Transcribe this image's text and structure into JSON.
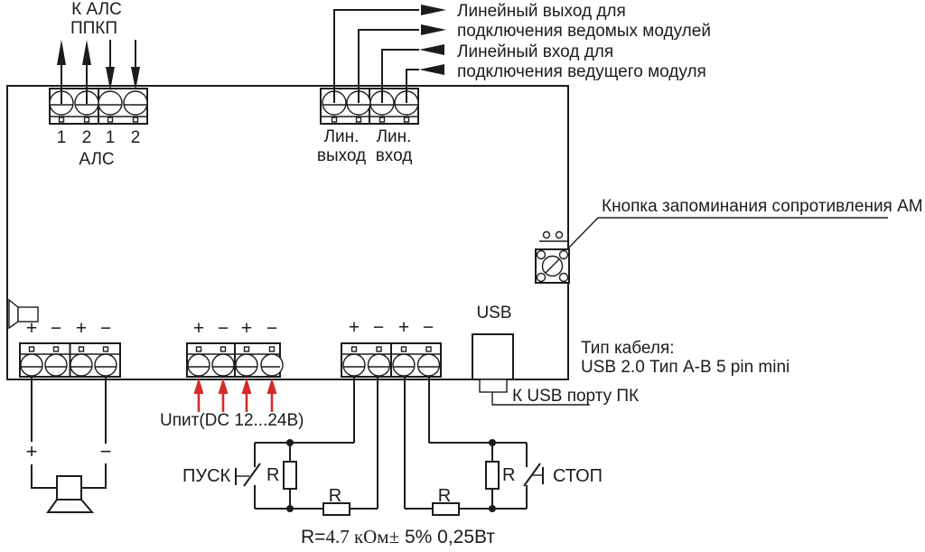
{
  "diagram": {
    "title_semantic": "addressable module wiring diagram",
    "line_color": "#1c1c1c",
    "red_color": "#d32b2b",
    "background": "#ffffff"
  },
  "top_left": {
    "line1": "К АЛС",
    "line2": "ППКП",
    "pins": [
      "1",
      "2",
      "1",
      "2"
    ],
    "block_label": "АЛС"
  },
  "line_io": {
    "out_title": "Лин.",
    "out_sub": "выход",
    "in_title": "Лин.",
    "in_sub": "вход",
    "out_note_1": "Линейный выход для",
    "out_note_2": "подключения ведомых модулей",
    "in_note_1": "Линейный вход для",
    "in_note_2": "подключения ведущего модуля"
  },
  "memory_button_label": "Кнопка запоминания сопротивления АМ",
  "usb": {
    "title": "USB",
    "cable_1": "Тип кабеля:",
    "cable_2": "USB 2.0 Тип А-В 5 pin mini",
    "pc_note": "К USB порту ПК"
  },
  "speaker": {
    "polarity": [
      "+",
      "−",
      "+",
      "−"
    ],
    "wire_plus": "+",
    "wire_minus": "−"
  },
  "power": {
    "label": "Uпит(DC 12...24В)",
    "polarity": [
      "+",
      "−",
      "+",
      "−"
    ]
  },
  "startstop": {
    "polarity": [
      "+",
      "−",
      "+",
      "−"
    ],
    "pusk": "ПУСК",
    "stop": "СТОП"
  },
  "resistors": {
    "label": "R",
    "note_prefix": "R=",
    "note_serif": "4.7 кОм±",
    "note_suffix": " 5% 0,25Вт"
  }
}
